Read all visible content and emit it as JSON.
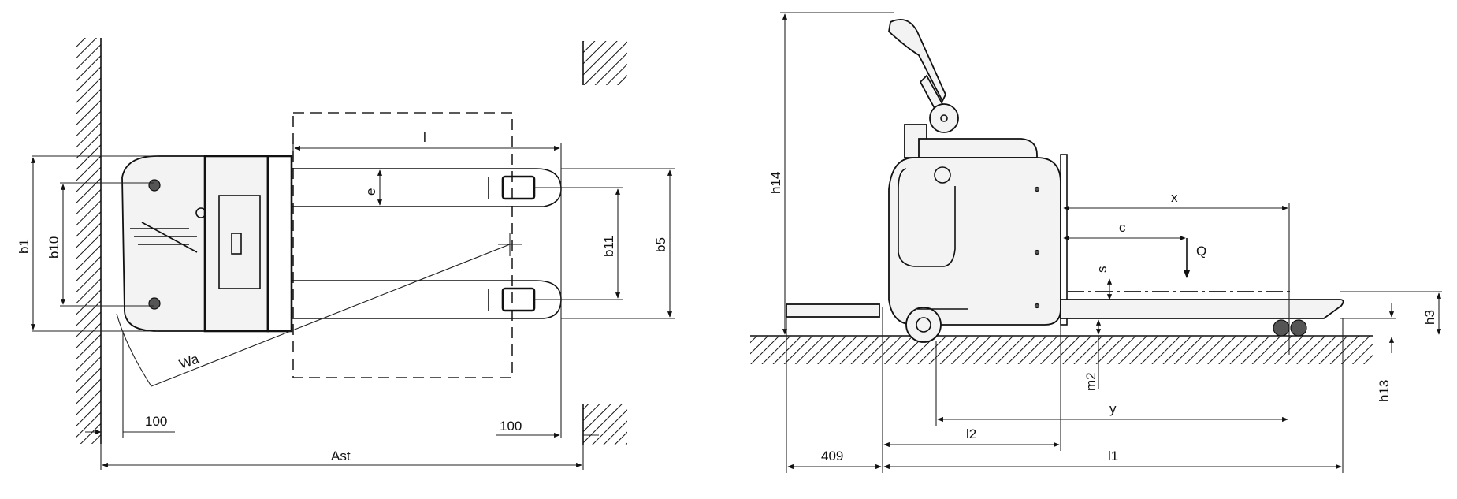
{
  "top_view": {
    "labels": {
      "b1": "b1",
      "b10": "b10",
      "e": "e",
      "l": "l",
      "b11": "b11",
      "b5": "b5",
      "wa": "Wa",
      "clearance_left": "100",
      "clearance_right": "100",
      "ast": "Ast"
    }
  },
  "side_view": {
    "labels": {
      "h14": "h14",
      "x": "x",
      "c": "c",
      "q": "Q",
      "s": "s",
      "h3": "h3",
      "h13": "h13",
      "m2": "m2",
      "y": "y",
      "l2": "l2",
      "overhang": "409",
      "l1": "l1"
    }
  }
}
